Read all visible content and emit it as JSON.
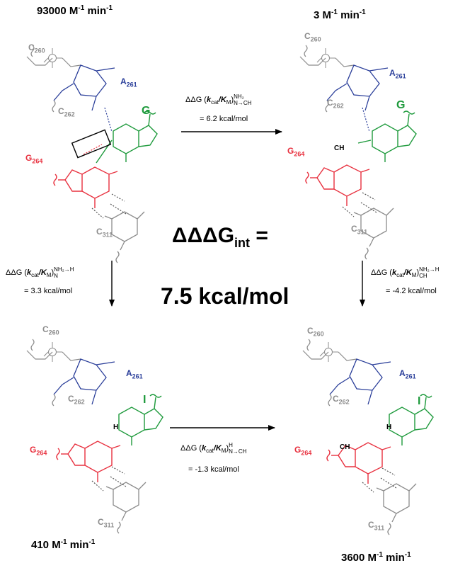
{
  "rates": {
    "top_left": {
      "value": "93000 M",
      "exp": "-1",
      "unit": " min",
      "unit_exp": "-1"
    },
    "top_right": {
      "value": "3 M",
      "exp": "-1",
      "unit": " min",
      "unit_exp": "-1"
    },
    "bottom_left": {
      "value": "410 M",
      "exp": "-1",
      "unit": " min",
      "unit_exp": "-1"
    },
    "bottom_right": {
      "value": "3600 M",
      "exp": "-1",
      "unit": " min",
      "unit_exp": "-1"
    }
  },
  "transitions": {
    "top": {
      "prefix": "ΔΔG (",
      "kcat_k": "k",
      "kcat_sub": "cat",
      "km_k": "/K",
      "km_sub": "M",
      "close": ")",
      "sup": "NH₂",
      "sub": "N→CH",
      "value": "= 6.2 kcal/mol"
    },
    "left": {
      "prefix": "ΔΔG (",
      "kcat_k": "k",
      "kcat_sub": "cat",
      "km_k": "/K",
      "km_sub": "M",
      "close": ")",
      "sup": "NH₂→H",
      "sub": "N",
      "value": "= 3.3 kcal/mol"
    },
    "right": {
      "prefix": "ΔΔG (",
      "kcat_k": "k",
      "kcat_sub": "cat",
      "km_k": "/K",
      "km_sub": "M",
      "close": ")",
      "sup": "NH₂→H",
      "sub": "CH",
      "value": "= -4.2 kcal/mol"
    },
    "bottom": {
      "prefix": "ΔΔG (",
      "kcat_k": "k",
      "kcat_sub": "cat",
      "km_k": "/K",
      "km_sub": "M",
      "close": ")",
      "sup": "H",
      "sub": "N→CH",
      "value": "= -1.3 kcal/mol"
    }
  },
  "interaction": {
    "main": "ΔΔΔG",
    "sub": "int",
    "eq": " =",
    "value": "7.5 kcal/mol"
  },
  "labels": {
    "c260": "C",
    "c260_n": "260",
    "c262": "C",
    "c262_n": "262",
    "a261": "A",
    "a261_n": "261",
    "g264": "G",
    "g264_n": "264",
    "c311": "C",
    "c311_n": "311",
    "g_nuc": "G",
    "i_nuc": "I",
    "ch": "CH",
    "h": "H"
  },
  "colors": {
    "blue": "#2b3f9a",
    "green": "#1e9a3c",
    "red": "#e8313f",
    "gray": "#8c8c8c",
    "black": "#000000"
  }
}
